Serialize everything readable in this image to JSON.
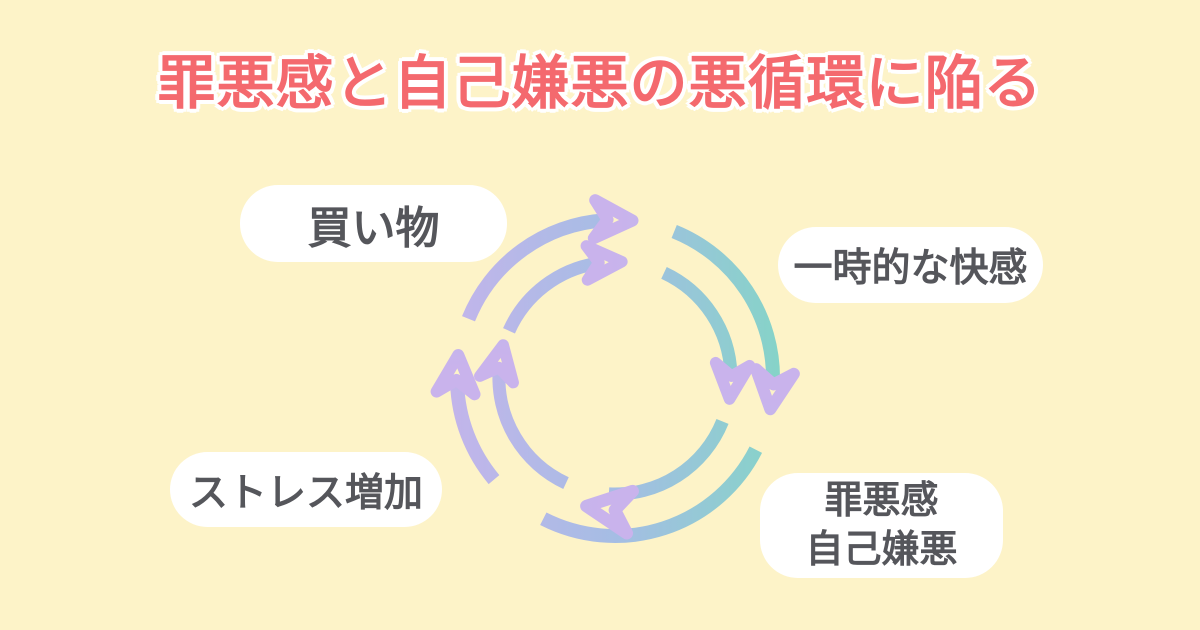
{
  "title": {
    "text": "罪悪感と自己嫌悪の悪循環に陥る",
    "color": "#f4696e",
    "outline_color": "#ffffff"
  },
  "page": {
    "background_color": "#fdf3c8"
  },
  "cycle": {
    "type": "cycle-diagram",
    "direction": "clockwise",
    "rings": 2,
    "gradient": {
      "from": "#c9b3ec",
      "mid": "#a5bde4",
      "to": "#7fd8c2"
    },
    "label_background": "#ffffff",
    "label_text_color": "#55565b",
    "steps": [
      {
        "label": "買い物",
        "position": "top-left"
      },
      {
        "label": "一時的な快感",
        "position": "right"
      },
      {
        "label": "罪悪感 自己嫌悪",
        "lines": [
          "罪悪感",
          "自己嫌悪"
        ],
        "position": "bottom-right"
      },
      {
        "label": "ストレス増加",
        "position": "bottom-left"
      }
    ]
  }
}
